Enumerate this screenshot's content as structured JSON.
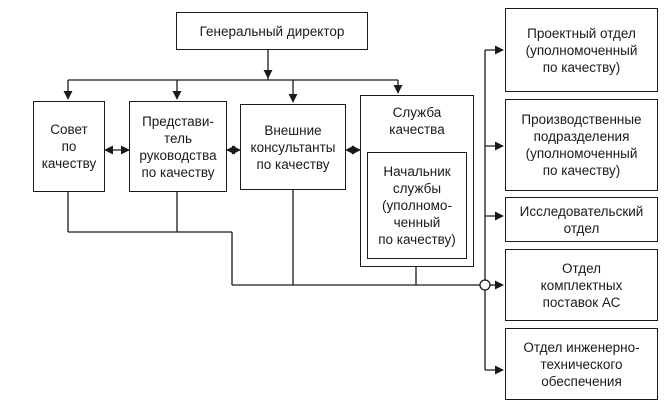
{
  "nodes": {
    "director": "Генеральный директор",
    "council": "Совет\nпо\nкачеству",
    "representative": "Представи-\nтель\nруководства\nпо качеству",
    "consultants": "Внешние\nконсультанты\nпо качеству",
    "quality_service": "Служба\nкачества",
    "service_head": "Начальник\nслужбы\n(уполномо-\nченный\nпо качеству)",
    "design_dept": "Проектный отдел\n(уполномоченный\nпо качеству)",
    "production": "Производственные\nподразделения\n(уполномоченный\nпо качеству)",
    "research_dept": "Исследовательский\nотдел",
    "supply_dept": "Отдел\nкомплектных\nпоставок АС",
    "engineering_dept": "Отдел инженерно-\nтехнического\nобеспечения"
  }
}
